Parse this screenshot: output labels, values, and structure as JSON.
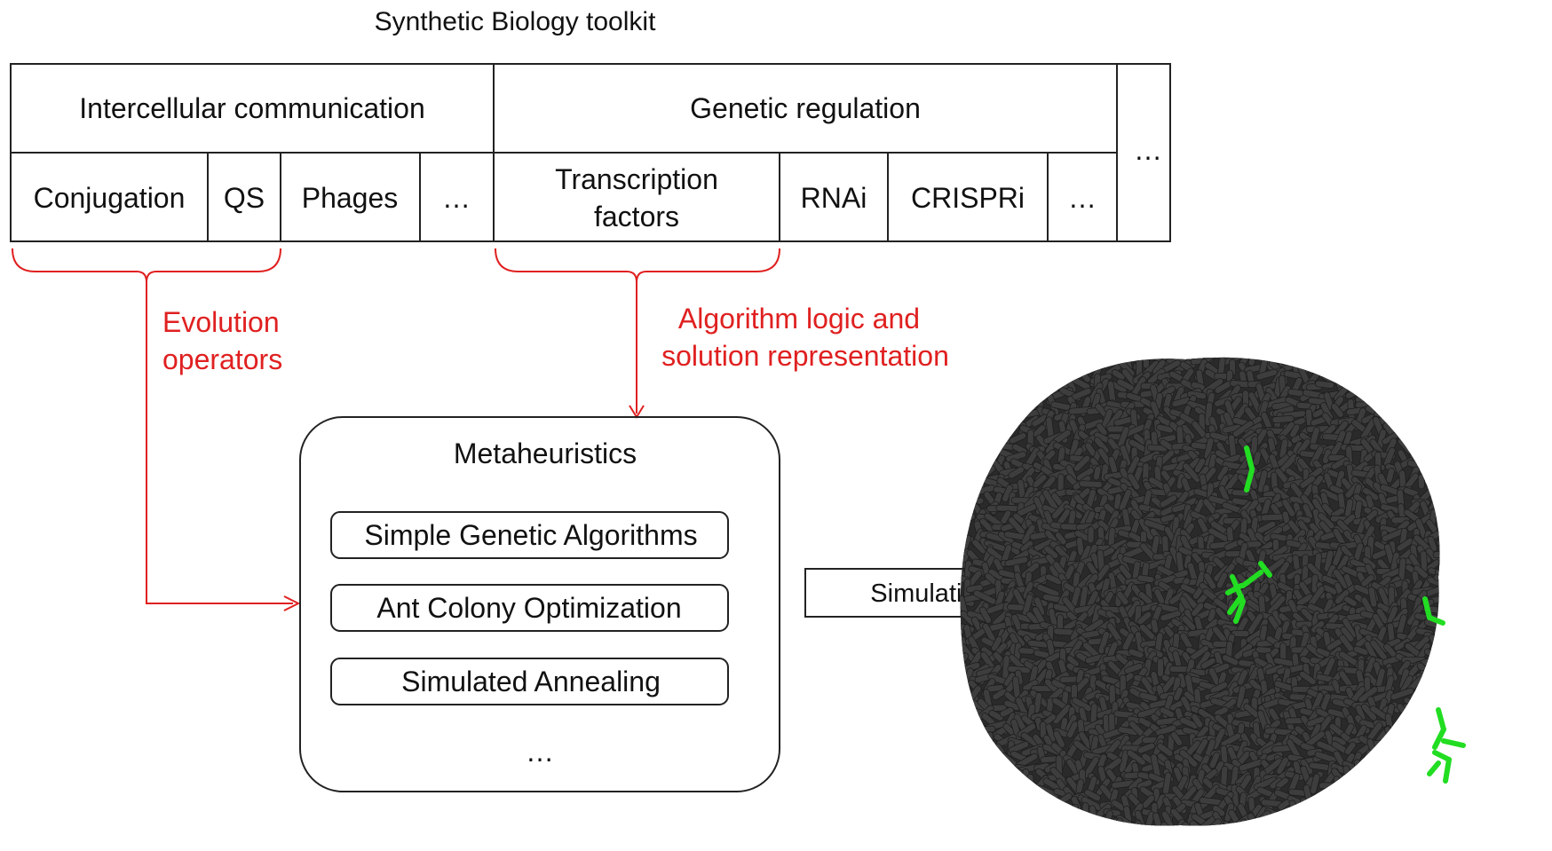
{
  "title": "Synthetic Biology toolkit",
  "toolkit": {
    "group_intercellular": "Intercellular communication",
    "group_genetic": "Genetic regulation",
    "group_more": "…",
    "intercellular_items": [
      "Conjugation",
      "QS",
      "Phages",
      "…"
    ],
    "transcription_line1": "Transcription",
    "transcription_line2": "factors",
    "genetic_items": [
      "RNAi",
      "CRISPRi",
      "…"
    ]
  },
  "annotations": {
    "evolution_line1": "Evolution",
    "evolution_line2": "operators",
    "algorithm_line1": "Algorithm logic and",
    "algorithm_line2": "solution representation"
  },
  "metaheuristics": {
    "title": "Metaheuristics",
    "items": [
      "Simple Genetic Algorithms",
      "Ant Colony Optimization",
      "Simulated Annealing"
    ],
    "more": "…"
  },
  "simulation_label": "Simulation",
  "colors": {
    "annotation_red": "#e02020",
    "cell_gray": "#3d3d3d",
    "cell_green": "#22dd22"
  }
}
